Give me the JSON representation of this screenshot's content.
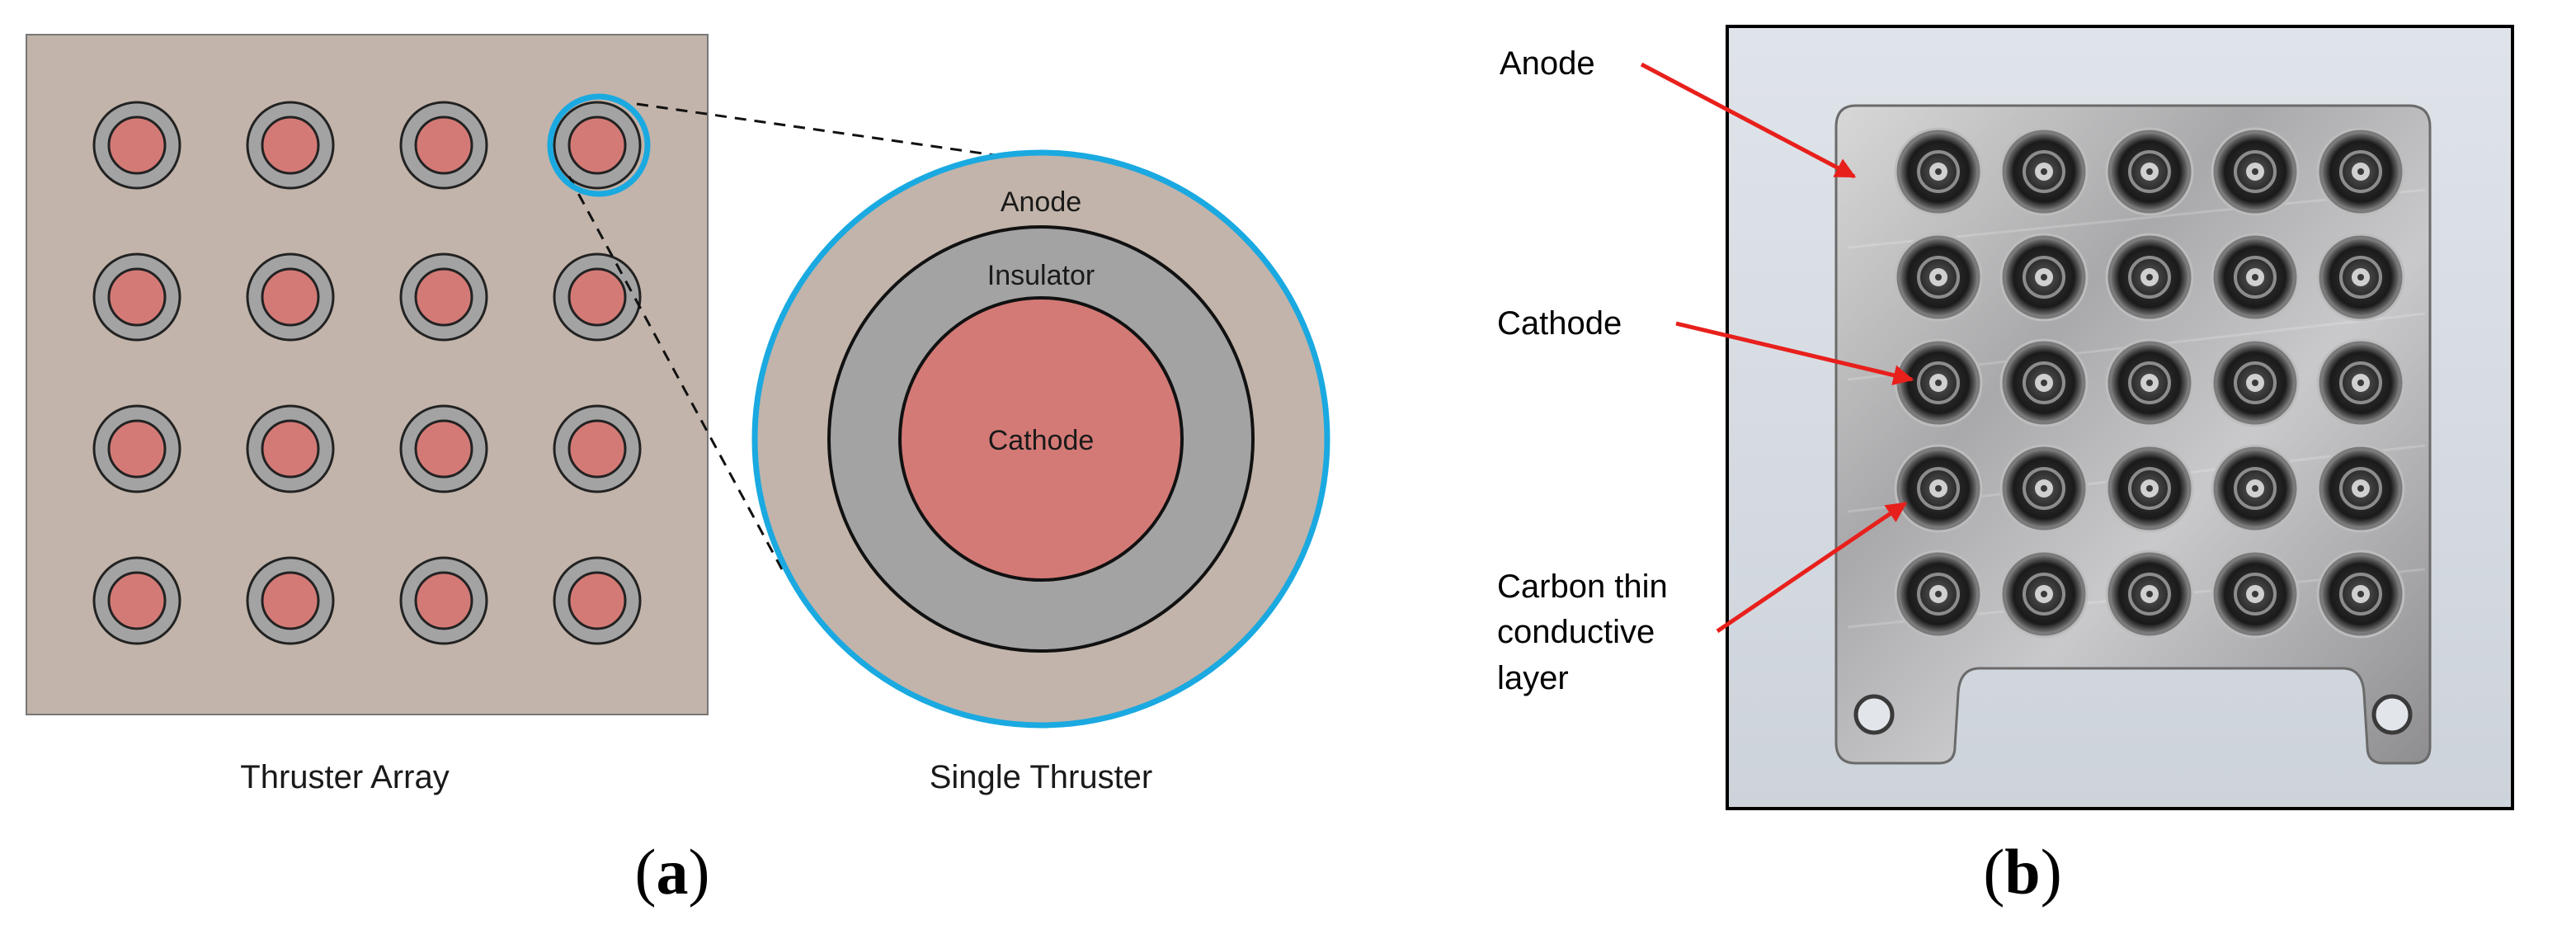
{
  "colors": {
    "anode": "#c2b4aa",
    "insulator": "#a3a3a3",
    "cathode": "#d47a76",
    "highlight": "#1aa9e0",
    "annotation_arrow": "#e8201c",
    "outline": "#222222"
  },
  "panel_a": {
    "letter_open": "(",
    "letter": "a",
    "letter_close": ")",
    "array": {
      "caption": "Thruster Array",
      "rows": 4,
      "cols": 4,
      "highlighted": {
        "row": 1,
        "col": 4
      }
    },
    "single": {
      "caption": "Single Thruster",
      "labels": {
        "anode": "Anode",
        "insulator": "Insulator",
        "cathode": "Cathode"
      }
    }
  },
  "panel_b": {
    "letter_open": "(",
    "letter": "b",
    "letter_close": ")",
    "photo": {
      "rows": 5,
      "cols": 5,
      "mounting_holes": 2
    },
    "labels": {
      "anode": "Anode",
      "cathode": "Cathode",
      "carbon_line1": "Carbon thin",
      "carbon_line2": "conductive",
      "carbon_line3": "layer"
    }
  }
}
